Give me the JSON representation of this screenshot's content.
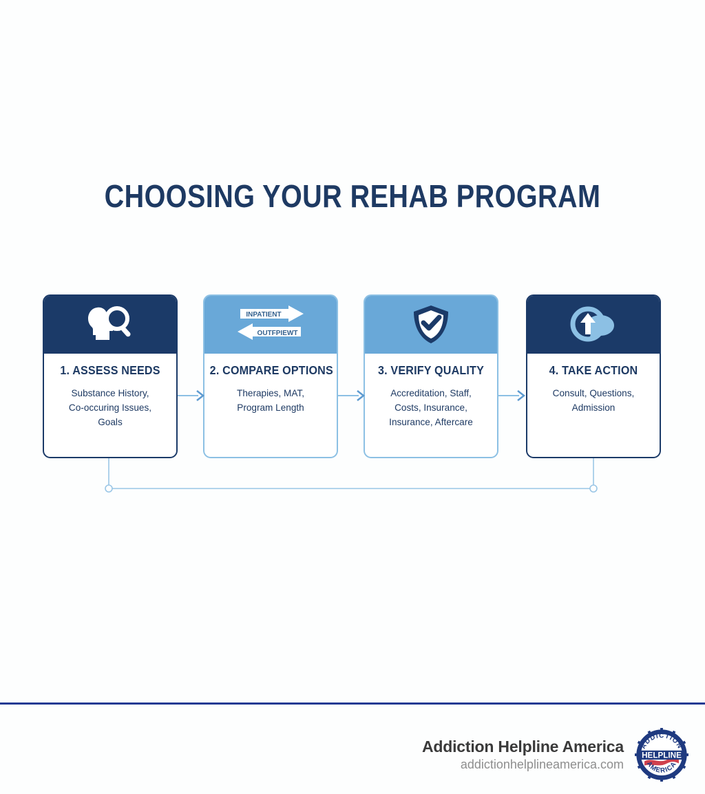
{
  "page": {
    "title": "CHOOSING YOUR REHAB PROGRAM",
    "background_color": "#FDFEFE",
    "navy": "#1B3A68",
    "light_blue": "#69A8D8",
    "rule_color": "#1F3A93"
  },
  "steps": [
    {
      "number": "1.",
      "title": "1. ASSESS NEEDS",
      "description": "Substance History,\nCo-occuring Issues,\nGoals",
      "icon": "head-magnifier-icon",
      "header_color": "#1B3A68",
      "style": "dark"
    },
    {
      "number": "2.",
      "title": "2. COMPARE OPTIONS",
      "description": "Therapies, MAT,\nProgram Length",
      "icon": "two-way-arrows-icon",
      "header_color": "#69A8D8",
      "style": "light",
      "arrow_labels": {
        "top": "INPATIENT",
        "bottom": "OUTFPIEWT"
      }
    },
    {
      "number": "3.",
      "title": "3. VERIFY QUALITY",
      "description": "Accreditation, Staff,\nCosts, Insurance,\nInsurance, Aftercare",
      "icon": "shield-check-icon",
      "header_color": "#69A8D8",
      "style": "light"
    },
    {
      "number": "4.",
      "title": "4. TAKE ACTION",
      "description": "Consult, Questions,\nAdmission",
      "icon": "arrow-up-speech-bubble-icon",
      "header_color": "#1B3A68",
      "style": "dark"
    }
  ],
  "footer": {
    "brand_name": "Addiction Helpline America",
    "website": "addictionhelplineamerica.com",
    "badge": {
      "top_arc": "ADDICTION",
      "center": "HELPLINE",
      "bottom_arc": "AMERICA"
    }
  }
}
